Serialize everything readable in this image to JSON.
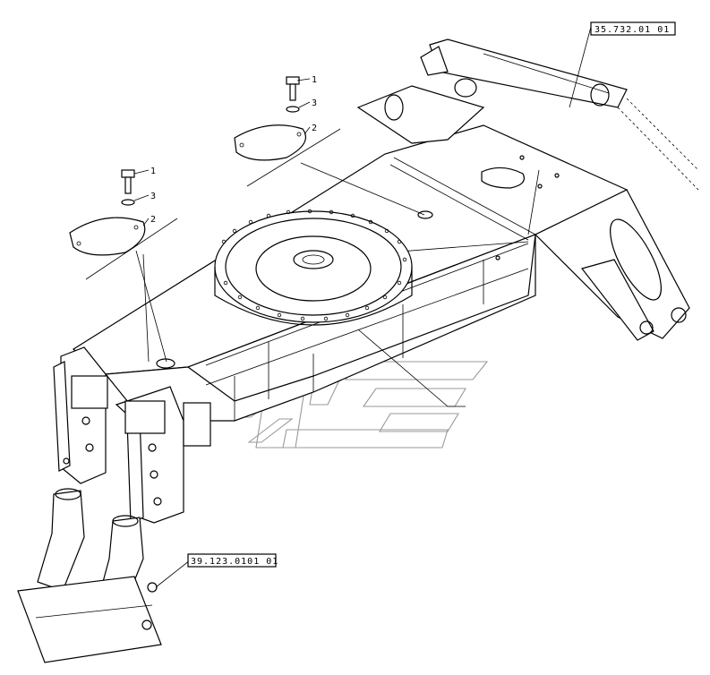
{
  "diagram": {
    "references": [
      {
        "id": "ref-top",
        "text": "35.732.01 01"
      },
      {
        "id": "ref-bottom",
        "text": "39.123.0101 01"
      }
    ],
    "callouts": {
      "upper": {
        "c1": "1",
        "c3": "3",
        "c2": "2"
      },
      "lower": {
        "c1": "1",
        "c3": "3",
        "c2": "2"
      }
    }
  }
}
